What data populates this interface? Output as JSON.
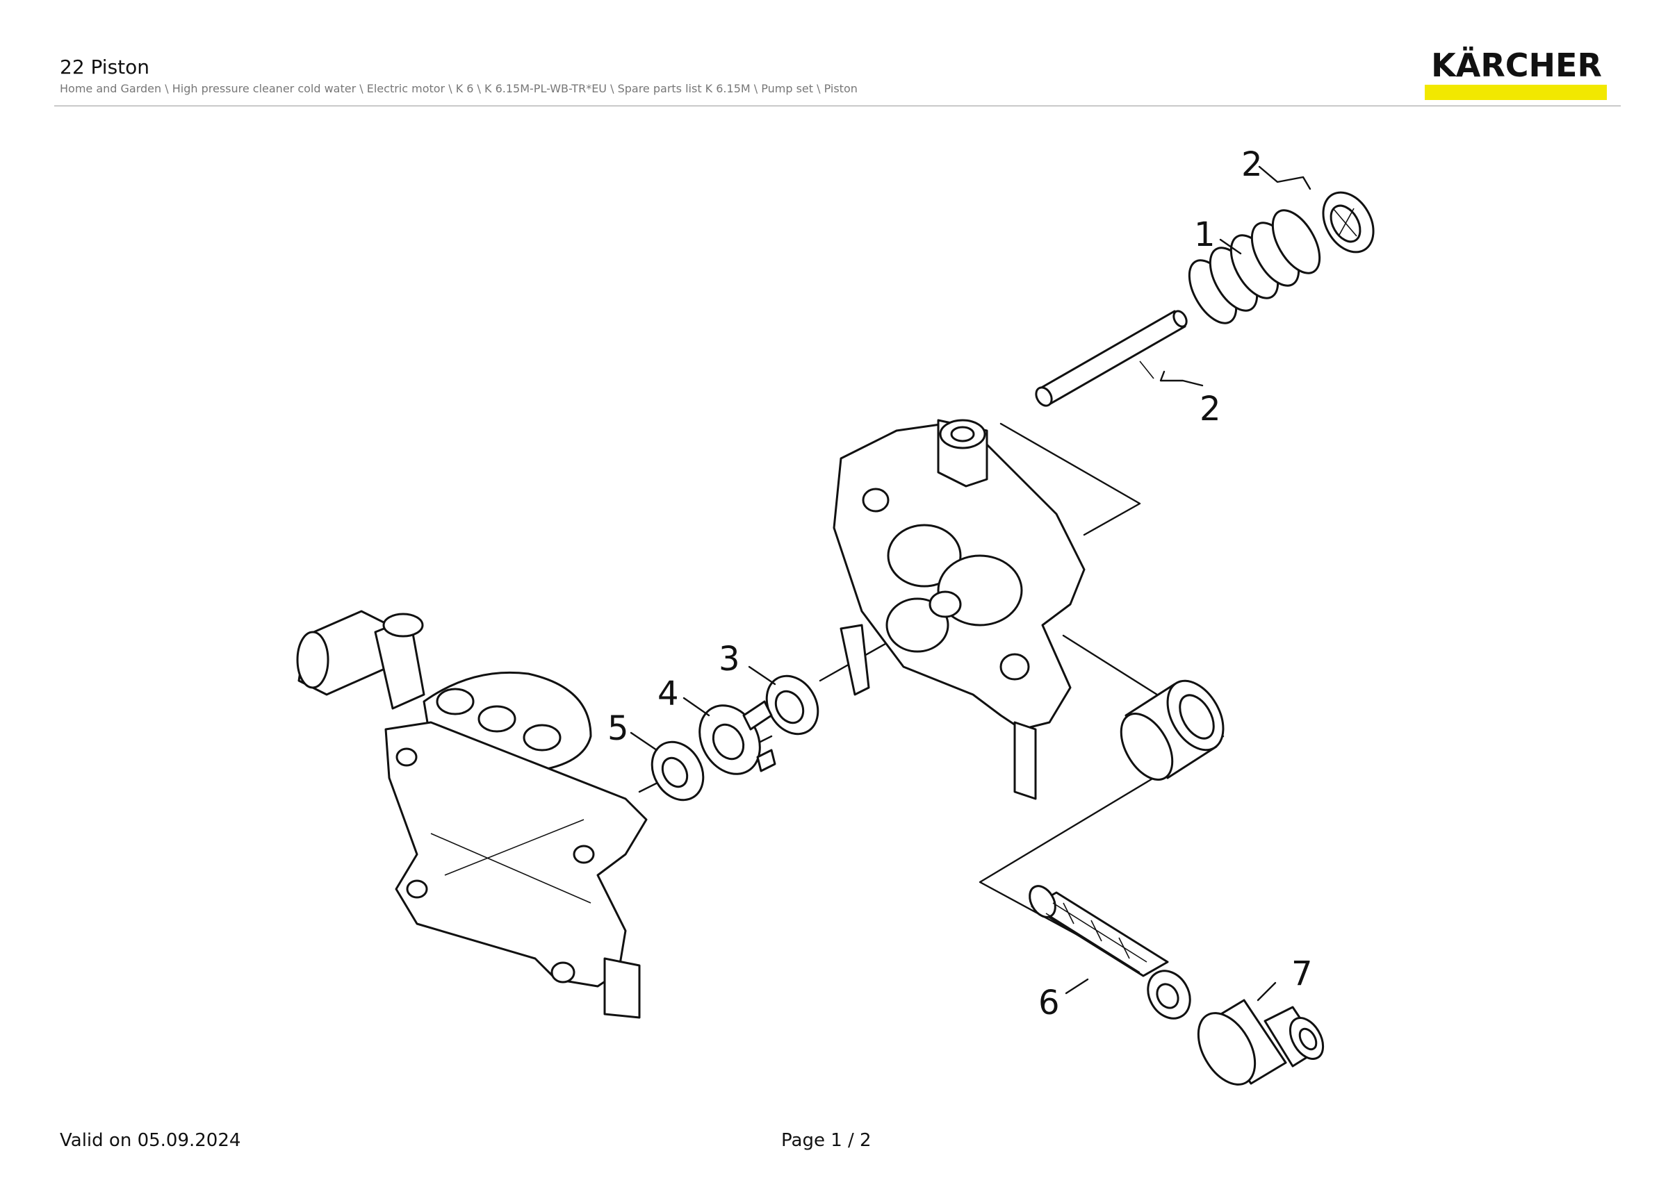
{
  "header": {
    "title": "22 Piston",
    "breadcrumb": "Home and Garden \\ High pressure cleaner cold water \\ Electric motor \\ K 6 \\ K 6.15M-PL-WB-TR*EU \\ Spare parts list K 6.15M \\ Pump set \\ Piston"
  },
  "logo": {
    "text": "KÄRCHER",
    "bar_color": "#f2e800"
  },
  "diagram": {
    "callouts": [
      {
        "id": "callout-2-washer",
        "label": "2"
      },
      {
        "id": "callout-1-spring",
        "label": "1"
      },
      {
        "id": "callout-2-piston",
        "label": "2"
      },
      {
        "id": "callout-3",
        "label": "3"
      },
      {
        "id": "callout-4",
        "label": "4"
      },
      {
        "id": "callout-5",
        "label": "5"
      },
      {
        "id": "callout-6",
        "label": "6"
      },
      {
        "id": "callout-7",
        "label": "7"
      }
    ]
  },
  "footer": {
    "valid": "Valid on 05.09.2024",
    "page": "Page 1 / 2"
  }
}
